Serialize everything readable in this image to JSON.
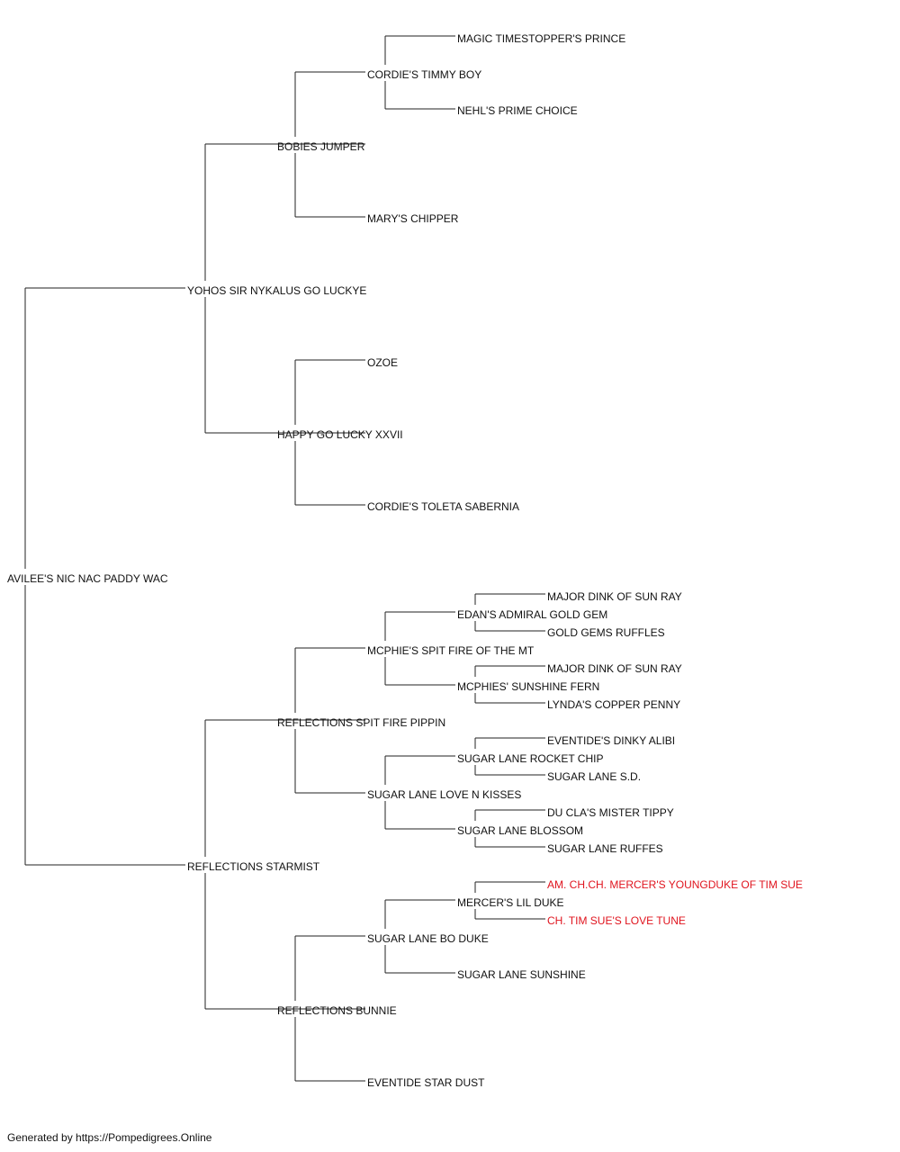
{
  "colors": {
    "line": "#222222",
    "text": "#111111",
    "champion": "#e0141e"
  },
  "pedigree": {
    "name": "AVILEE'S NIC NAC PADDY WAC",
    "sire": {
      "name": "YOHOS SIR NYKALUS GO LUCKYE",
      "sire": {
        "name": "BOBIES JUMPER",
        "sire": {
          "name": "CORDIE'S TIMMY BOY",
          "sire": {
            "name": "MAGIC TIMESTOPPER'S PRINCE"
          },
          "dam": {
            "name": "NEHL'S PRIME CHOICE"
          }
        },
        "dam": {
          "name": "MARY'S CHIPPER"
        }
      },
      "dam": {
        "name": "HAPPY GO LUCKY XXVII",
        "sire": {
          "name": "OZOE"
        },
        "dam": {
          "name": "CORDIE'S TOLETA SABERNIA"
        }
      }
    },
    "dam": {
      "name": "REFLECTIONS STARMIST",
      "sire": {
        "name": "REFLECTIONS SPIT FIRE PIPPIN",
        "sire": {
          "name": "MCPHIE'S SPIT FIRE OF THE MT",
          "sire": {
            "name": "EDAN'S ADMIRAL GOLD GEM",
            "sire": {
              "name": "MAJOR DINK OF SUN RAY"
            },
            "dam": {
              "name": "GOLD GEMS RUFFLES"
            }
          },
          "dam": {
            "name": "MCPHIES' SUNSHINE FERN",
            "sire": {
              "name": "MAJOR DINK OF SUN RAY"
            },
            "dam": {
              "name": "LYNDA'S COPPER PENNY"
            }
          }
        },
        "dam": {
          "name": "SUGAR LANE LOVE N KISSES",
          "sire": {
            "name": "SUGAR LANE ROCKET CHIP",
            "sire": {
              "name": "EVENTIDE'S DINKY ALIBI"
            },
            "dam": {
              "name": "SUGAR LANE S.D."
            }
          },
          "dam": {
            "name": "SUGAR LANE BLOSSOM",
            "sire": {
              "name": "DU CLA'S MISTER TIPPY"
            },
            "dam": {
              "name": "SUGAR LANE RUFFES"
            }
          }
        }
      },
      "dam": {
        "name": "REFLECTIONS BUNNIE",
        "sire": {
          "name": "SUGAR LANE BO DUKE",
          "sire": {
            "name": "MERCER'S LIL DUKE",
            "sire": {
              "name": "AM. CH.CH. MERCER'S YOUNGDUKE OF TIM SUE",
              "champion": true
            },
            "dam": {
              "name": "CH. TIM SUE'S LOVE TUNE",
              "champion": true
            }
          },
          "dam": {
            "name": "SUGAR LANE SUNSHINE"
          }
        },
        "dam": {
          "name": "EVENTIDE STAR DUST"
        }
      }
    }
  },
  "footer": "Generated by https://Pompedigrees.Online"
}
